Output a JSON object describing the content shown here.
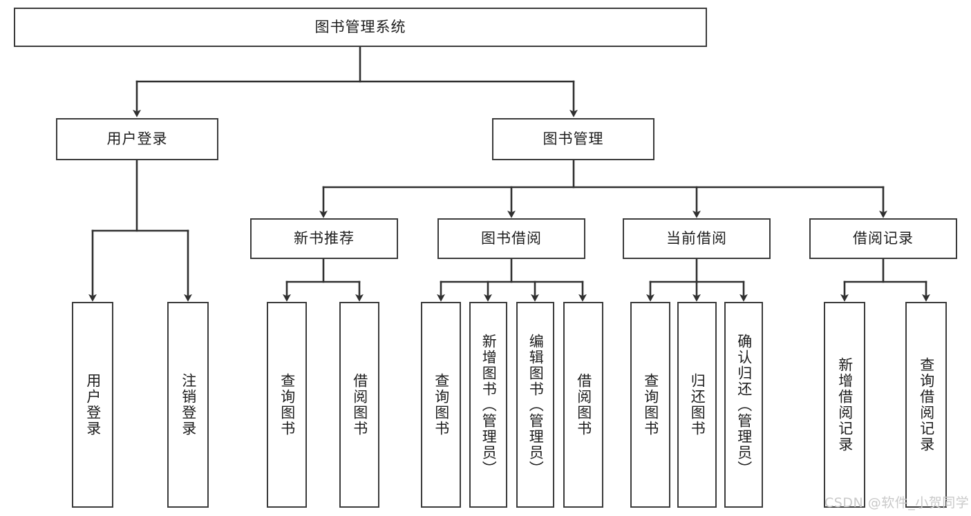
{
  "diagram": {
    "title": "图书管理系统",
    "type": "hierarchy-tree",
    "stroke_color": "#3a3a3a",
    "box_fill": "#ffffff",
    "text_color": "#1d1d1d",
    "watermark_color": "#c9c9c9"
  },
  "root": {
    "label": "图书管理系统"
  },
  "level1": [
    {
      "label": "用户登录"
    },
    {
      "label": "图书管理"
    }
  ],
  "level2": [
    {
      "label": "新书推荐"
    },
    {
      "label": "图书借阅"
    },
    {
      "label": "当前借阅"
    },
    {
      "label": "借阅记录"
    }
  ],
  "leaves": {
    "user_login": [
      {
        "label": "用户登录"
      },
      {
        "label": "注销登录"
      }
    ],
    "new_book": [
      {
        "label": "查询图书"
      },
      {
        "label": "借阅图书"
      }
    ],
    "book_borrow": [
      {
        "label": "查询图书"
      },
      {
        "label": "新增图书（管理员）"
      },
      {
        "label": "编辑图书（管理员）"
      },
      {
        "label": "借阅图书"
      }
    ],
    "current_borrow": [
      {
        "label": "查询图书"
      },
      {
        "label": "归还图书"
      },
      {
        "label": "确认归还（管理员）"
      }
    ],
    "borrow_record": [
      {
        "label": "新增借阅记录"
      },
      {
        "label": "查询借阅记录"
      }
    ]
  },
  "watermark": {
    "text": "CSDN @软件_小贺同学"
  }
}
